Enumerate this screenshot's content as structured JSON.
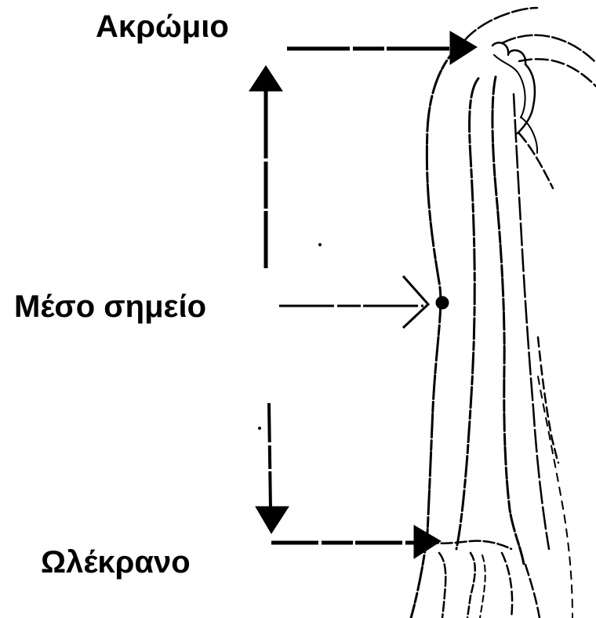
{
  "labels": {
    "acromion": "Ακρώμιο",
    "midpoint": "Μέσο σημείο",
    "olecranon": "Ωλέκρανο"
  },
  "colors": {
    "ink": "#000000",
    "background": "#ffffff"
  }
}
